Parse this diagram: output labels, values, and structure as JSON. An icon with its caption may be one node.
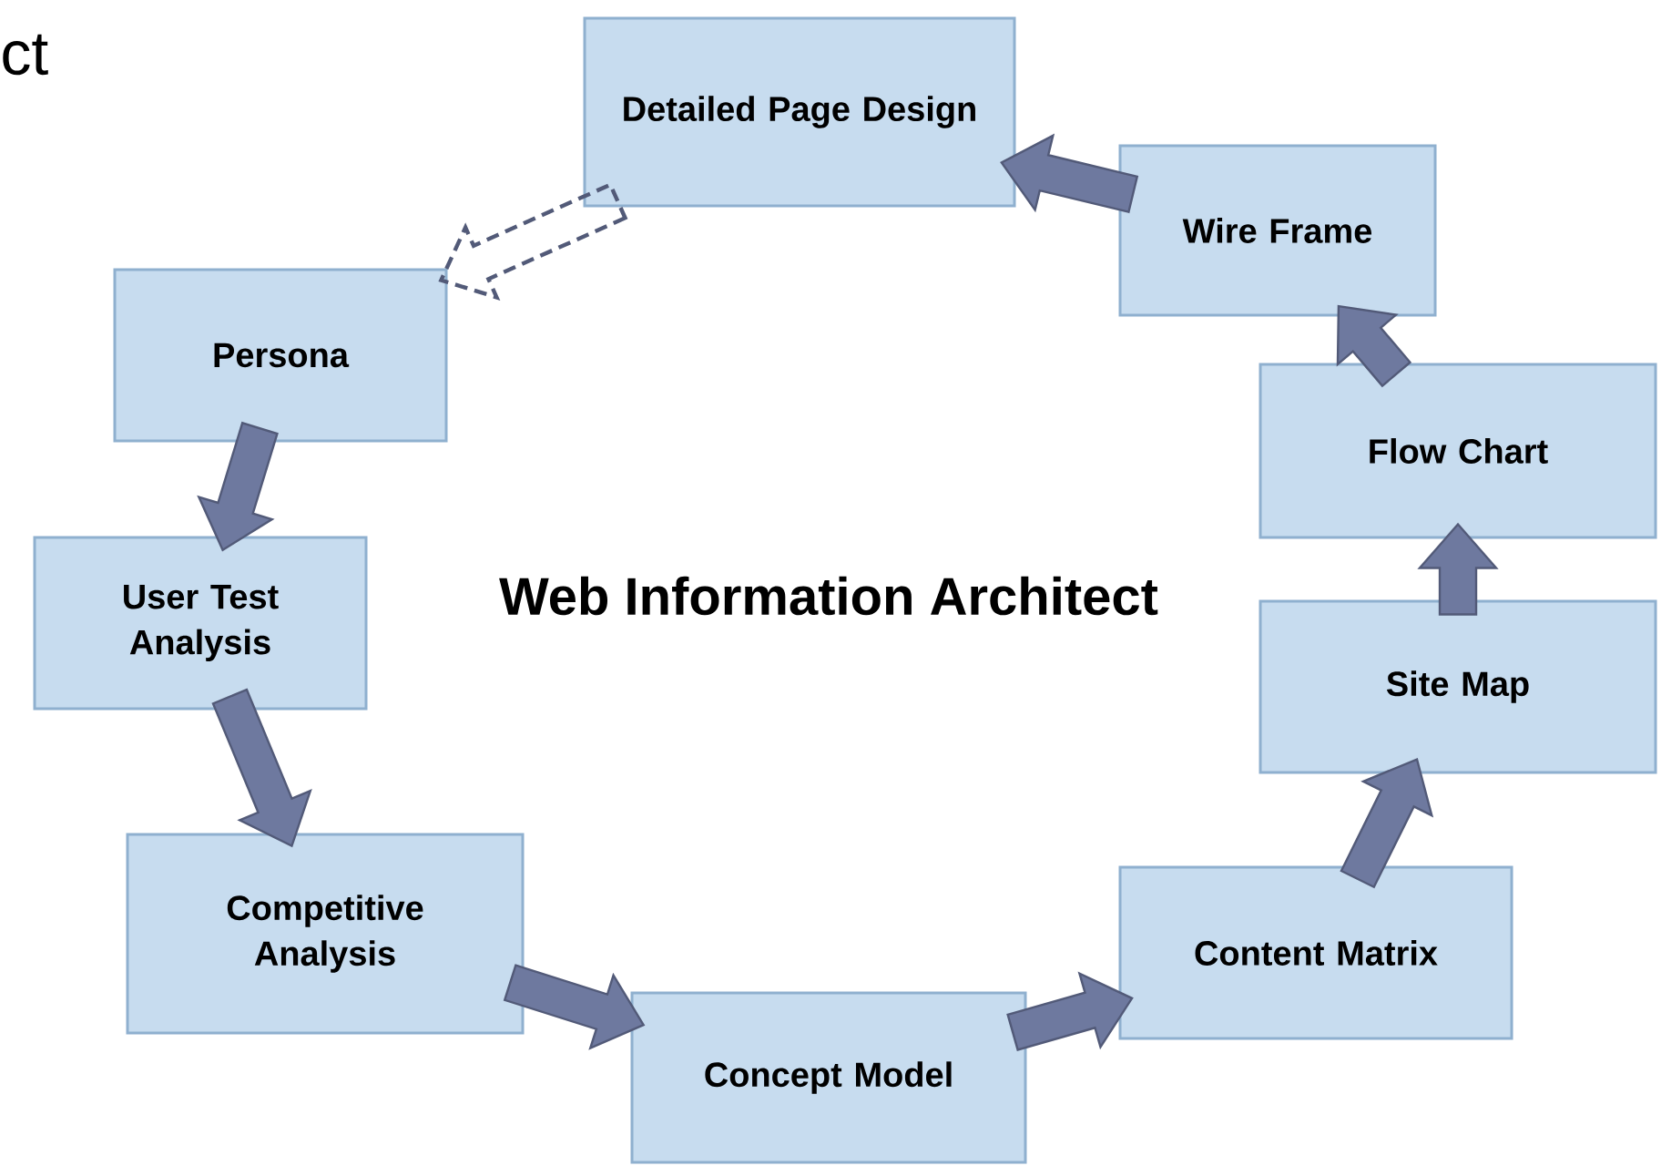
{
  "diagram": {
    "nodes": [
      {
        "text": [
          "Detailed Page Design"
        ]
      },
      {
        "text": [
          "Persona"
        ]
      },
      {
        "text": [
          "Wire Frame"
        ]
      },
      {
        "text": [
          "Flow Chart"
        ]
      },
      {
        "text": [
          "User Test Analysis"
        ]
      },
      {
        "text": [
          "Site Map"
        ]
      },
      {
        "text": [
          "Competitive Analysis"
        ]
      },
      {
        "text": [
          "Content Matrix"
        ]
      },
      {
        "text": [
          "Concept Model"
        ]
      }
    ],
    "edges": [
      {
        "from": 0,
        "to": 1,
        "arrow": "to",
        "style": "dashed"
      },
      {
        "from": 1,
        "to": 4,
        "arrow": "to"
      },
      {
        "from": 4,
        "to": 6,
        "arrow": "to"
      },
      {
        "from": 6,
        "to": 8,
        "arrow": "to"
      },
      {
        "from": 8,
        "to": 7,
        "arrow": "to"
      },
      {
        "from": 7,
        "to": 5,
        "arrow": "to"
      },
      {
        "from": 5,
        "to": 3,
        "arrow": "to"
      },
      {
        "from": 3,
        "to": 2,
        "arrow": "to"
      },
      {
        "from": 2,
        "to": 0,
        "arrow": "to"
      }
    ],
    "labels": [
      "ct",
      "Web Information Architect"
    ]
  }
}
